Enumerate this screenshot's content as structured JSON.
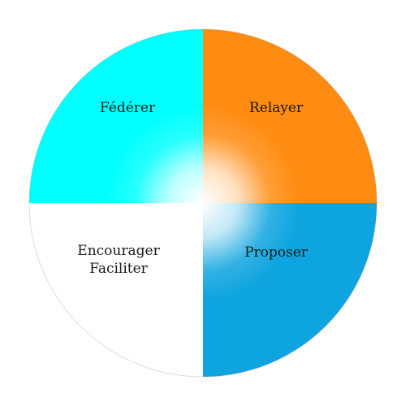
{
  "diagram": {
    "quadrants": [
      {
        "id": "top-left",
        "label": "Fédérer",
        "color": "#00FFFF"
      },
      {
        "id": "top-right",
        "label": "Relayer",
        "color": "#FF8C12"
      },
      {
        "id": "bottom-right",
        "label": "Proposer",
        "color": "#0EA4DF"
      },
      {
        "id": "bottom-left",
        "label_line1": "Encourager",
        "label_line2": "Faciliter",
        "color": "#FFFFFF"
      }
    ],
    "center_glow_color": "#FFFFFF"
  }
}
